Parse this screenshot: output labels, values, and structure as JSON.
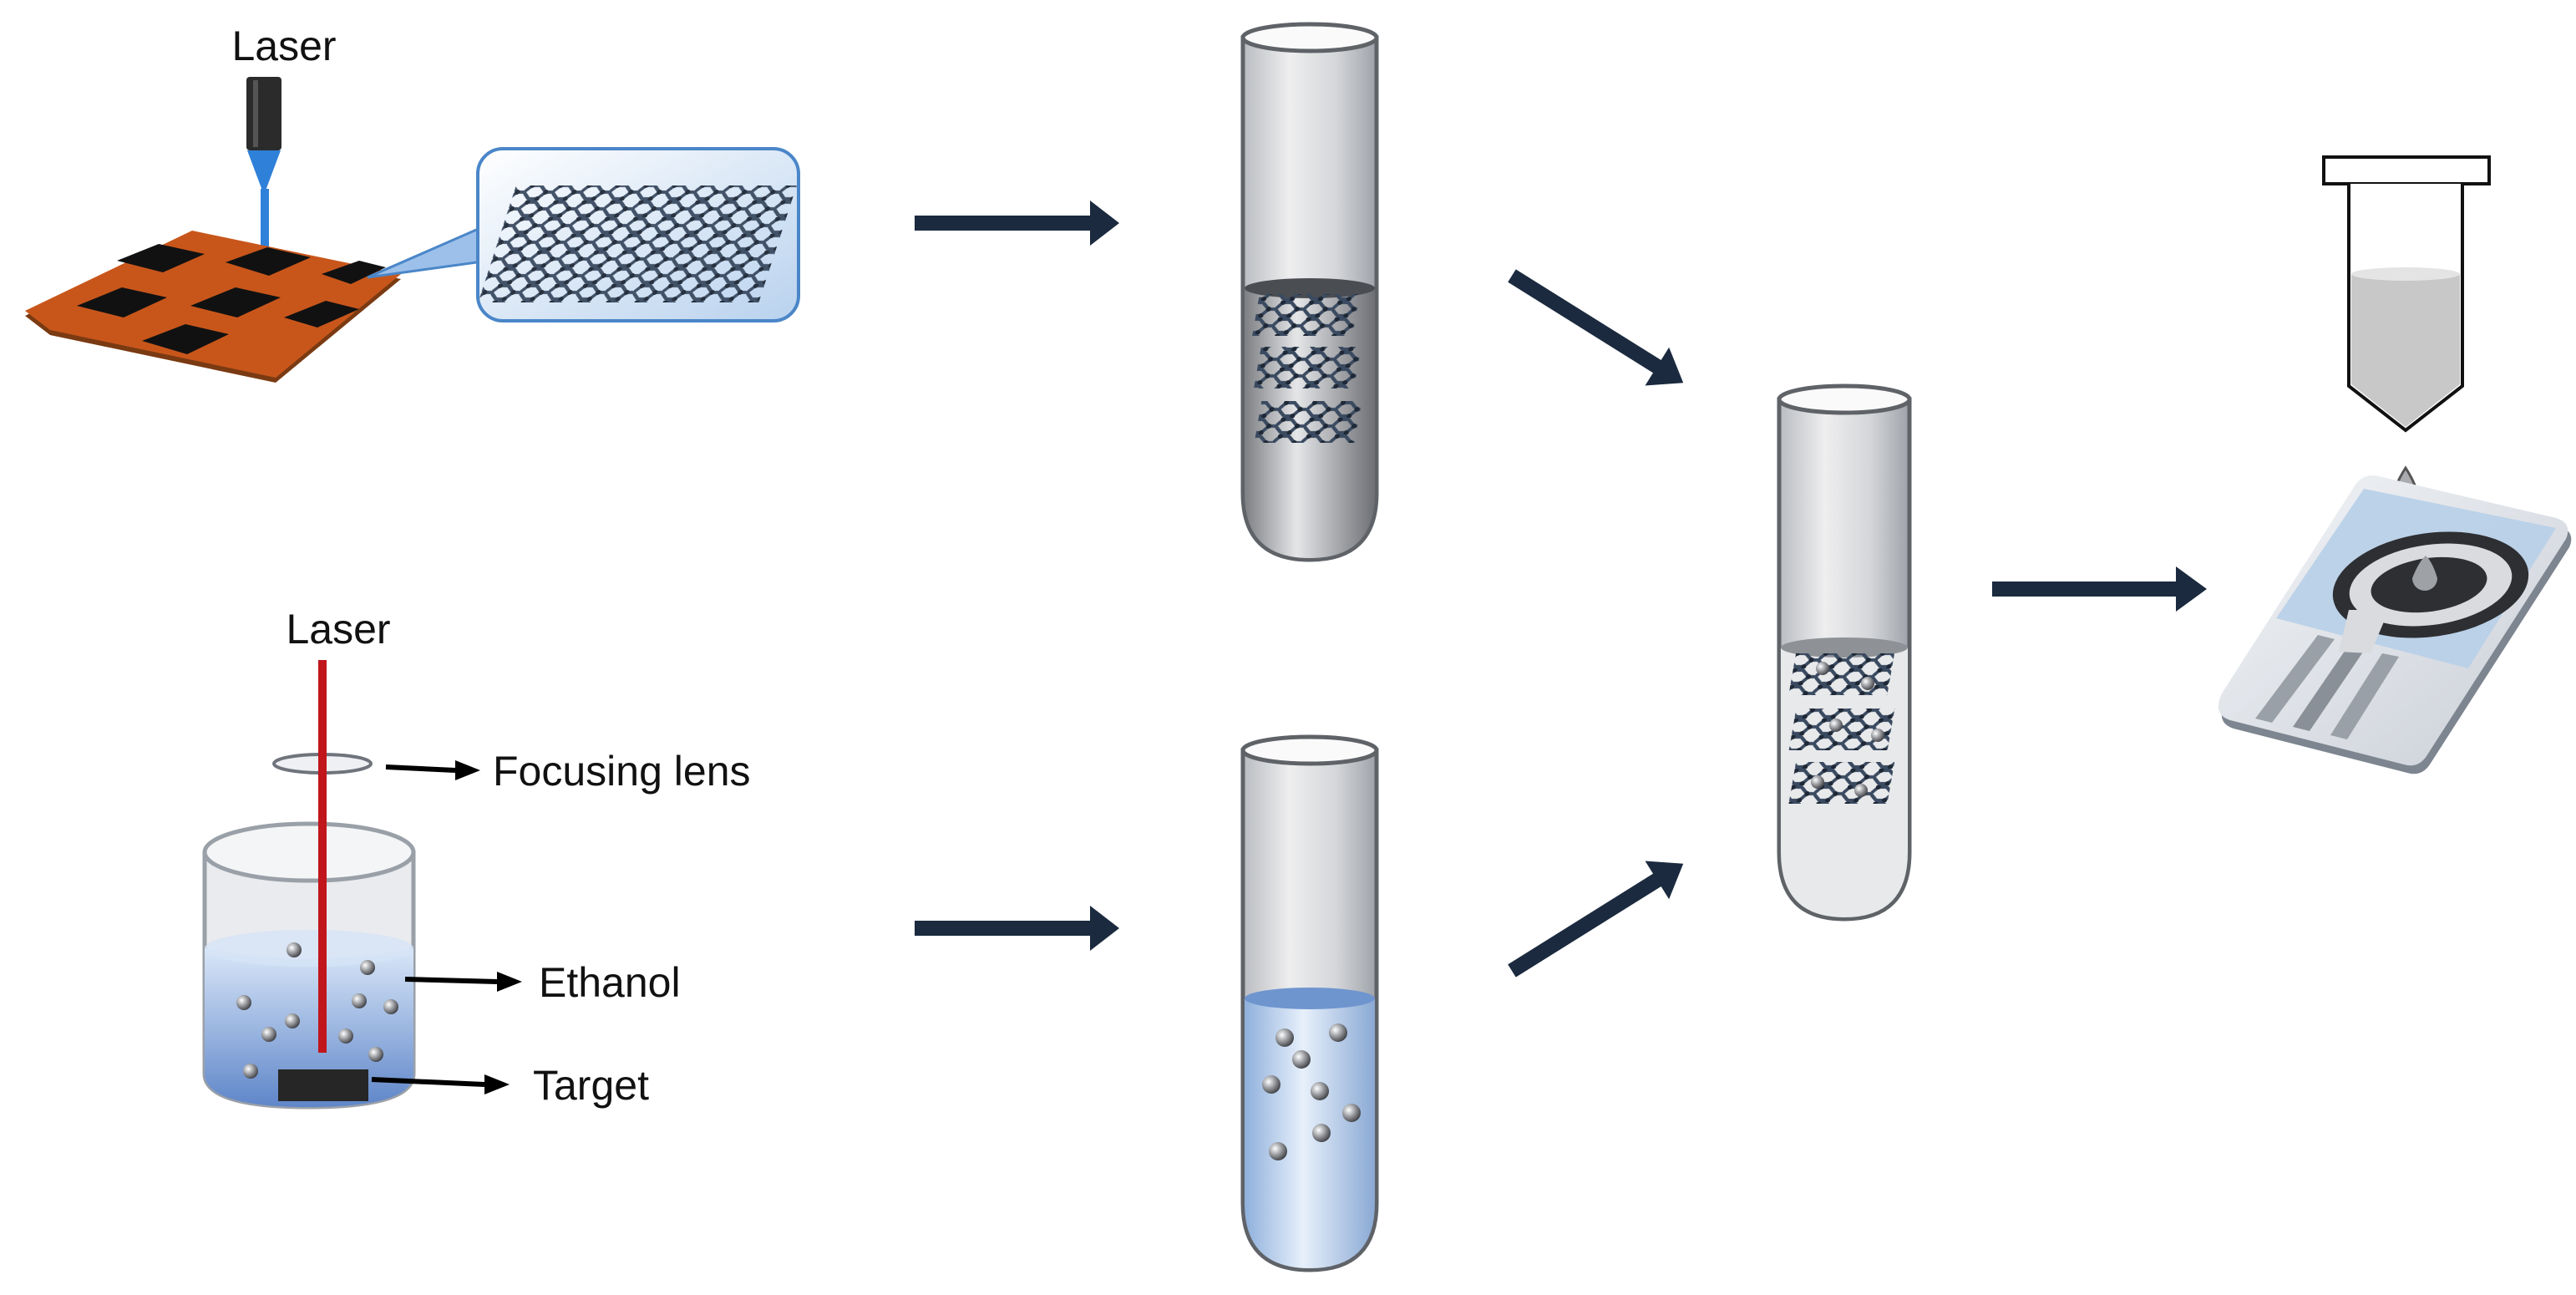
{
  "labels": {
    "laser_top": "Laser",
    "laser_bottom": "Laser",
    "focusing_lens": "Focusing lens",
    "ethanol": "Ethanol",
    "target": "Target"
  },
  "colors": {
    "substrate": "#c8561b",
    "laser_blue": "#2f80d8",
    "laser_red": "#c0161c",
    "arrow": "#1b2a3e",
    "liquid": "#9fc3ec",
    "electrode_card": "#b7cfe8",
    "graphene": "#3a4a60"
  },
  "icons": {
    "laser_source": "laser-head-icon",
    "graphene_zoom": "graphene-lattice-icon",
    "vial": "test-tube-icon",
    "dropper": "pipette-tube-icon",
    "sensor": "screen-printed-electrode-icon"
  }
}
